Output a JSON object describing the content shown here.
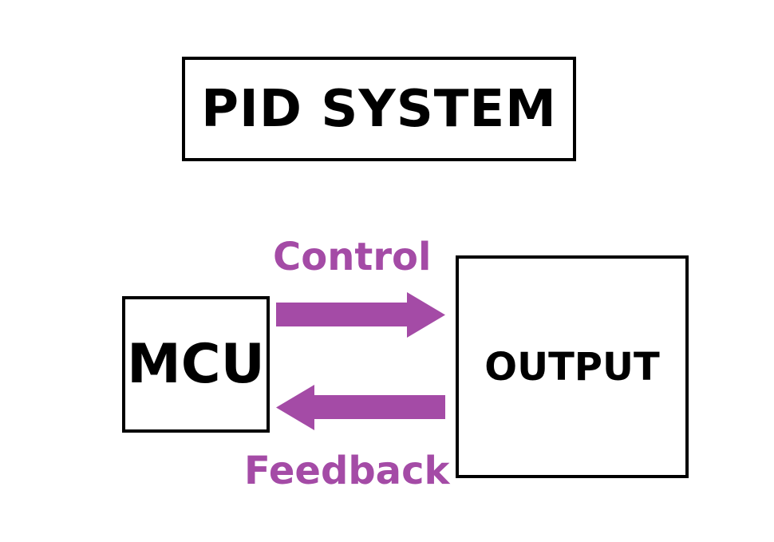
{
  "diagram": {
    "title": "PID SYSTEM",
    "nodes": {
      "mcu": "MCU",
      "output": "OUTPUT"
    },
    "edges": {
      "control": {
        "label": "Control",
        "from": "MCU",
        "to": "OUTPUT"
      },
      "feedback": {
        "label": "Feedback",
        "from": "OUTPUT",
        "to": "MCU"
      }
    }
  },
  "colors": {
    "arrow": "#a44ba6",
    "border": "#000000",
    "background": "#ffffff"
  }
}
